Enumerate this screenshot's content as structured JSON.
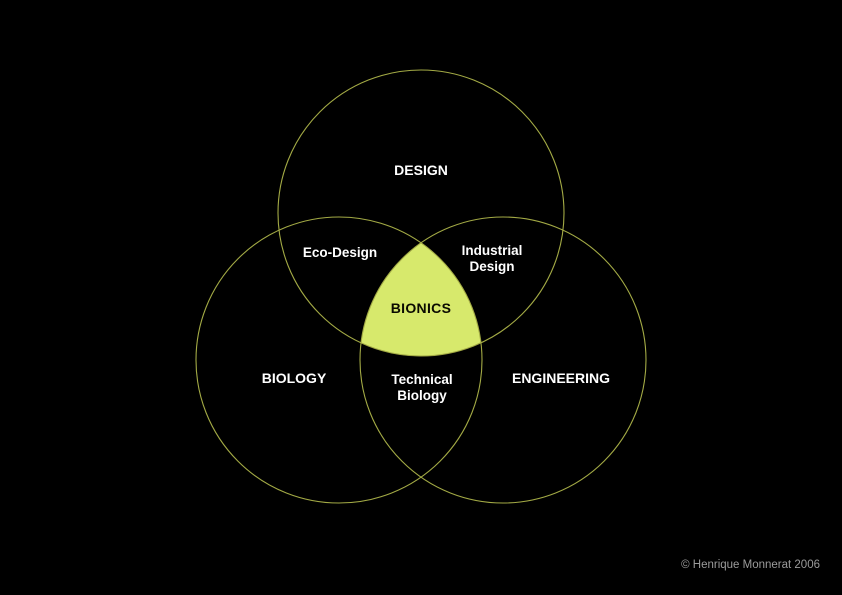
{
  "venn": {
    "set_design": "DESIGN",
    "set_biology": "BIOLOGY",
    "set_engineering": "ENGINEERING",
    "ix_eco_design": "Eco-Design",
    "ix_industrial_design_line1": "Industrial",
    "ix_industrial_design_line2": "Design",
    "ix_technical_biology_line1": "Technical",
    "ix_technical_biology_line2": "Biology",
    "center_label": "BIONICS"
  },
  "colors": {
    "background": "#000000",
    "circle_stroke": "#a3aa45",
    "center_fill": "#d7e96c",
    "set_label_color": "#ffffff",
    "center_label_color": "#0a0a00",
    "credit_color": "#9b9b9b"
  },
  "footer": {
    "credit": "© Henrique Monnerat 2006"
  }
}
